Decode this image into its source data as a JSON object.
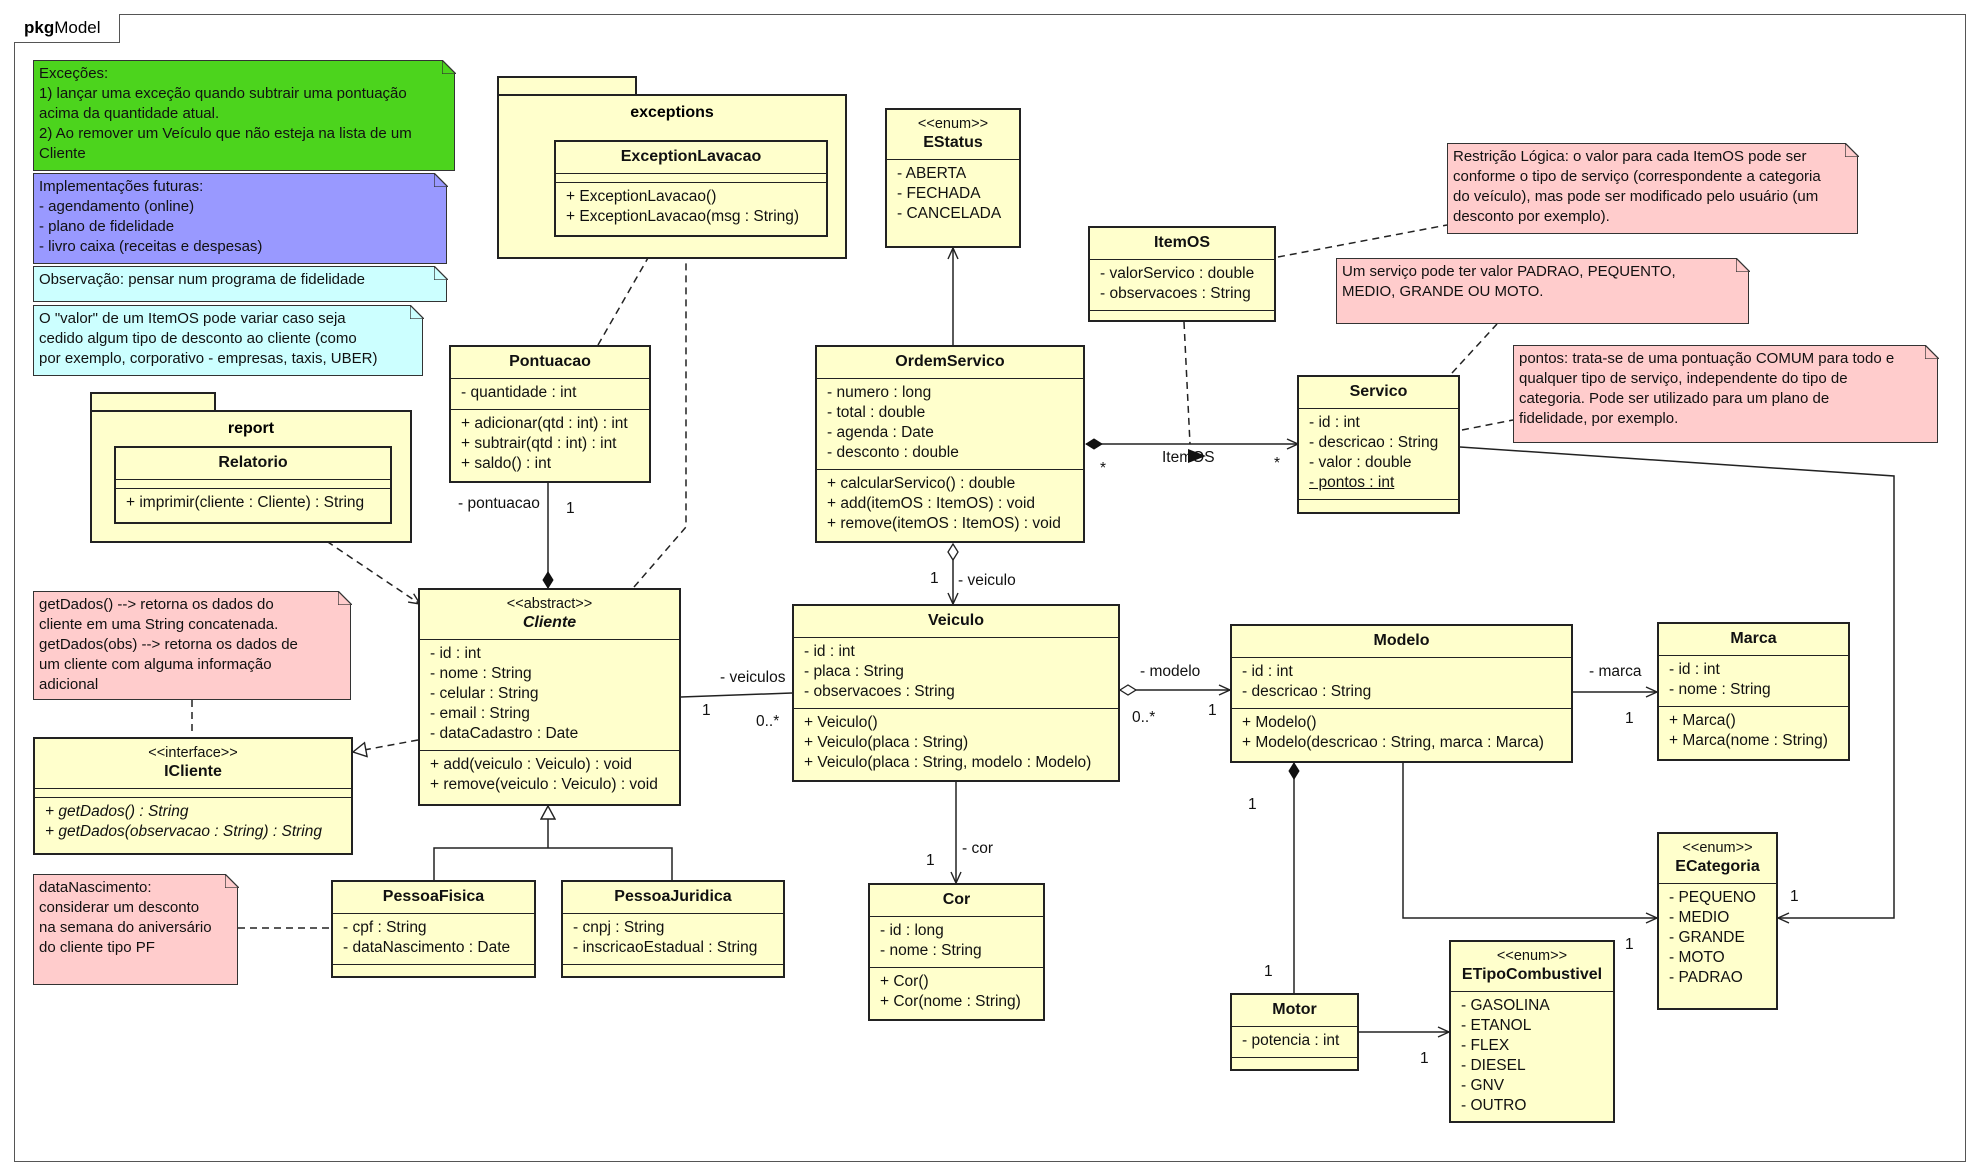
{
  "frame": {
    "kind": "pkg",
    "name": "Model"
  },
  "colors": {
    "class_fill": "#ffffcc",
    "note_green": "#4cd41d",
    "note_purple": "#9999ff",
    "note_cyan": "#ccffff",
    "note_pink": "#ffcccc",
    "line": "#222222"
  },
  "packages": {
    "exceptions": {
      "name": "exceptions"
    },
    "report": {
      "name": "report"
    }
  },
  "classes": {
    "exceptionlavacao": {
      "name": "ExceptionLavacao",
      "ops": [
        "+ ExceptionLavacao()",
        "+ ExceptionLavacao(msg : String)"
      ]
    },
    "relatorio": {
      "name": "Relatorio",
      "ops": [
        "+ imprimir(cliente : Cliente) : String"
      ]
    },
    "estatus": {
      "stereotype": "<<enum>>",
      "name": "EStatus",
      "attrs": [
        "- ABERTA",
        "- FECHADA",
        "- CANCELADA"
      ]
    },
    "itemos": {
      "name": "ItemOS",
      "attrs": [
        "- valorServico : double",
        "- observacoes : String"
      ]
    },
    "pontuacao": {
      "name": "Pontuacao",
      "attrs": [
        "- quantidade : int"
      ],
      "ops": [
        "+ adicionar(qtd : int) : int",
        "+ subtrair(qtd : int) : int",
        "+ saldo() : int"
      ]
    },
    "ordemservico": {
      "name": "OrdemServico",
      "attrs": [
        "- numero : long",
        "- total : double",
        "- agenda : Date",
        "- desconto : double"
      ],
      "ops": [
        "+ calcularServico() : double",
        "+ add(itemOS : ItemOS) : void",
        "+ remove(itemOS : ItemOS) : void"
      ]
    },
    "servico": {
      "name": "Servico",
      "attrs": [
        "- id : int",
        "- descricao : String",
        "- valor : double",
        "- pontos : int"
      ]
    },
    "cliente": {
      "stereotype": "<<abstract>>",
      "name": "Cliente",
      "attrs": [
        "- id : int",
        "- nome : String",
        "- celular : String",
        "- email : String",
        "- dataCadastro : Date"
      ],
      "ops": [
        "+ add(veiculo : Veiculo) : void",
        "+ remove(veiculo : Veiculo) : void"
      ]
    },
    "icliente": {
      "stereotype": "<<interface>>",
      "name": "ICliente",
      "ops": [
        "+ getDados() : String",
        "+ getDados(observacao : String) : String"
      ]
    },
    "veiculo": {
      "name": "Veiculo",
      "attrs": [
        "- id : int",
        "- placa : String",
        "- observacoes : String"
      ],
      "ops": [
        "+ Veiculo()",
        "+ Veiculo(placa : String)",
        "+ Veiculo(placa : String, modelo : Modelo)"
      ]
    },
    "modelo": {
      "name": "Modelo",
      "attrs": [
        "- id : int",
        "- descricao : String"
      ],
      "ops": [
        "+ Modelo()",
        "+ Modelo(descricao : String, marca : Marca)"
      ]
    },
    "marca": {
      "name": "Marca",
      "attrs": [
        "- id : int",
        "- nome : String"
      ],
      "ops": [
        "+ Marca()",
        "+ Marca(nome : String)"
      ]
    },
    "pessoafisica": {
      "name": "PessoaFisica",
      "attrs": [
        "- cpf : String",
        "- dataNascimento : Date"
      ]
    },
    "pessoajuridica": {
      "name": "PessoaJuridica",
      "attrs": [
        "- cnpj : String",
        "- inscricaoEstadual : String"
      ]
    },
    "cor": {
      "name": "Cor",
      "attrs": [
        "- id : long",
        "- nome : String"
      ],
      "ops": [
        "+ Cor()",
        "+ Cor(nome : String)"
      ]
    },
    "ecategoria": {
      "stereotype": "<<enum>>",
      "name": "ECategoria",
      "attrs": [
        "- PEQUENO",
        "- MEDIO",
        "- GRANDE",
        "- MOTO",
        "- PADRAO"
      ]
    },
    "etipocombustivel": {
      "stereotype": "<<enum>>",
      "name": "ETipoCombustivel",
      "attrs": [
        "- GASOLINA",
        "- ETANOL",
        "- FLEX",
        "- DIESEL",
        "- GNV",
        "- OUTRO"
      ]
    },
    "motor": {
      "name": "Motor",
      "attrs": [
        "- potencia : int"
      ]
    }
  },
  "notes": {
    "excecoes": [
      "Exceções:",
      "1) lançar uma exceção quando subtrair uma pontuação",
      "acima da quantidade atual.",
      "2) Ao remover um Veículo que não esteja na lista de um",
      "Cliente"
    ],
    "futuras": [
      "Implementações futuras:",
      "- agendamento (online)",
      "- plano de fidelidade",
      "- livro caixa (receitas e despesas)"
    ],
    "observacao": [
      "Observação: pensar num programa de fidelidade"
    ],
    "valor_itemos": [
      "O \"valor\" de um ItemOS pode variar caso seja",
      "cedido algum tipo de desconto ao cliente (como",
      "por exemplo, corporativo - empresas, taxis, UBER)"
    ],
    "restricao": [
      "Restrição Lógica: o valor para cada ItemOS pode ser",
      "conforme o tipo de serviço (correspondente a categoria",
      "do veículo), mas pode ser modificado pelo usuário (um",
      "desconto por exemplo)."
    ],
    "servico_valor": [
      "Um serviço pode ter valor PADRAO, PEQUENTO,",
      "MEDIO, GRANDE OU MOTO."
    ],
    "pontos": [
      "pontos: trata-se de uma pontuação COMUM para todo e",
      "qualquer tipo de serviço, independente do tipo de",
      "categoria. Pode ser utilizado para um plano de",
      "fidelidade, por exemplo."
    ],
    "getdados": [
      "getDados() --> retorna os dados do",
      "cliente em uma String concatenada.",
      "getDados(obs) --> retorna os dados de",
      "um cliente com alguma informação",
      "adicional"
    ],
    "datanascimento": [
      "dataNascimento:",
      "considerar um desconto",
      "na semana do aniversário",
      "do cliente tipo PF"
    ]
  },
  "labels": {
    "pontuacao_role": "- pontuacao",
    "pontuacao_mult": "1",
    "veiculo_role": "- veiculo",
    "veiculo_mult": "1",
    "itemos_assoc": "ItemOS",
    "os_star": "*",
    "servico_star": "*",
    "veiculos_role": "- veiculos",
    "cliente_one": "1",
    "veiculos_mult": "0..*",
    "modelo_role": "- modelo",
    "veiculo_mult_0": "0..*",
    "modelo_one": "1",
    "marca_role": "- marca",
    "marca_one": "1",
    "cor_role": "- cor",
    "cor_one": "1",
    "modelo_motor_one": "1",
    "motor_one": "1",
    "combustivel_one": "1",
    "categoria_one_a": "1",
    "categoria_one_b": "1"
  }
}
